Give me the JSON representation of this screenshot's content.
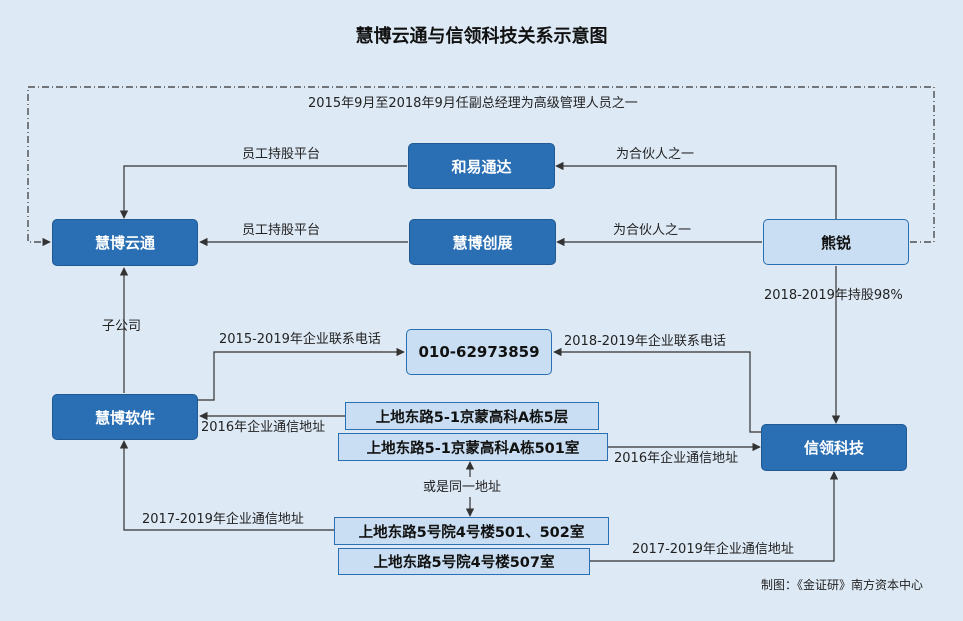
{
  "title": "慧博云通与信领科技关系示意图",
  "nodes": {
    "huibo_yuntong": "慧博云通",
    "heyi_tongda": "和易通达",
    "huibo_chuangzhan": "慧博创展",
    "xiong_rui": "熊锐",
    "huibo_ruanjian": "慧博软件",
    "phone": "010-62973859",
    "xinling_keji": "信领科技",
    "addr_5layer": "上地东路5-1京蒙高科A栋5层",
    "addr_501": "上地东路5-1京蒙高科A栋501室",
    "addr_501_502": "上地东路5号院4号楼501、502室",
    "addr_507": "上地东路5号院4号楼507室"
  },
  "edges": {
    "top_dashed": "2015年9月至2018年9月任副总经理为高级管理人员之一",
    "emp_platform_1": "员工持股平台",
    "emp_platform_2": "员工持股平台",
    "partner_1": "为合伙人之一",
    "partner_2": "为合伙人之一",
    "holding": "2018-2019年持股98%",
    "subsidiary": "子公司",
    "phone_2015": "2015-2019年企业联系电话",
    "phone_2018": "2018-2019年企业联系电话",
    "addr_2016_left": "2016年企业通信地址",
    "addr_2016_right": "2016年企业通信地址",
    "same_addr": "或是同一地址",
    "addr_2017_left": "2017-2019年企业通信地址",
    "addr_2017_right": "2017-2019年企业通信地址"
  },
  "credit": "制图：《金证研》南方资本中心",
  "colors": {
    "background": "#dde9f5",
    "dark_box": "#2a6fb4",
    "light_box": "#c9def2",
    "line": "#333333"
  }
}
